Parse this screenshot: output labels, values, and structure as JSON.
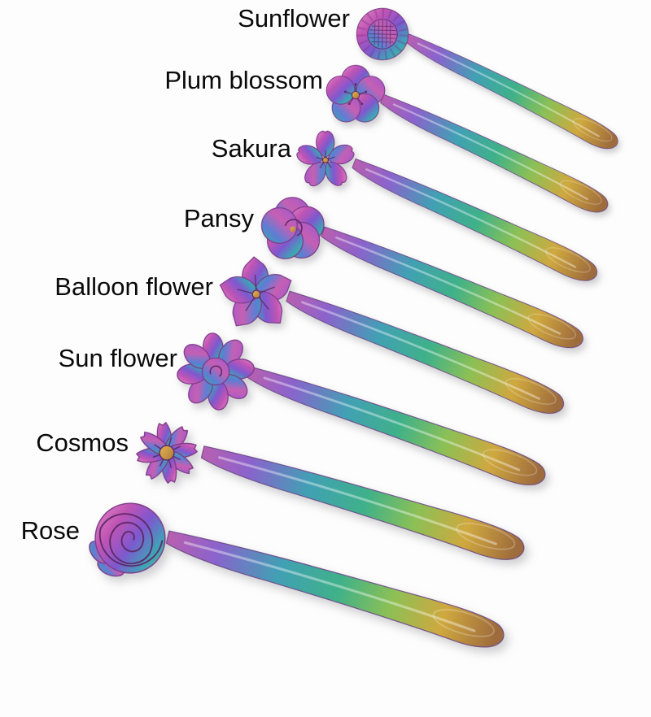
{
  "page": {
    "background": "#fdfdfd",
    "subject": "Set of 8 rainbow iridescent flower-shaped spoons",
    "text_color": "#0a0a0a",
    "iridescent_palette": [
      "#e58cc8",
      "#c054b4",
      "#7e58cf",
      "#3fa3b8",
      "#57b781",
      "#8cc055",
      "#cfa83f"
    ]
  },
  "items": [
    {
      "label": "Sunflower",
      "flower": "sunflower"
    },
    {
      "label": "Plum blossom",
      "flower": "plum-blossom"
    },
    {
      "label": "Sakura",
      "flower": "sakura"
    },
    {
      "label": "Pansy",
      "flower": "pansy"
    },
    {
      "label": "Balloon flower",
      "flower": "balloon-flower"
    },
    {
      "label": "Sun flower",
      "flower": "sun-flower"
    },
    {
      "label": "Cosmos",
      "flower": "cosmos"
    },
    {
      "label": "Rose",
      "flower": "rose"
    }
  ]
}
